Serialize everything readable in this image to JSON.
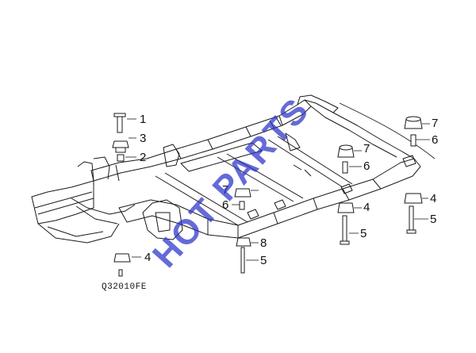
{
  "diagram": {
    "code": "Q32010FE",
    "watermark": "HOT PARTS",
    "callouts": [
      {
        "id": "c1",
        "label": "1"
      },
      {
        "id": "c3",
        "label": "3"
      },
      {
        "id": "c2",
        "label": "2"
      },
      {
        "id": "c4a",
        "label": "4"
      },
      {
        "id": "c7a",
        "label": "7"
      },
      {
        "id": "c6a",
        "label": "6"
      },
      {
        "id": "c8",
        "label": "8"
      },
      {
        "id": "c5a",
        "label": "5"
      },
      {
        "id": "c7b",
        "label": "7"
      },
      {
        "id": "c6b",
        "label": "6"
      },
      {
        "id": "c4b",
        "label": "4"
      },
      {
        "id": "c5b",
        "label": "5"
      },
      {
        "id": "c7c",
        "label": "7"
      },
      {
        "id": "c6c",
        "label": "6"
      },
      {
        "id": "c4c",
        "label": "4"
      },
      {
        "id": "c5c",
        "label": "5"
      }
    ]
  },
  "colors": {
    "line": "#1a1a1a",
    "watermark": "#2a33c8",
    "background": "#ffffff"
  }
}
